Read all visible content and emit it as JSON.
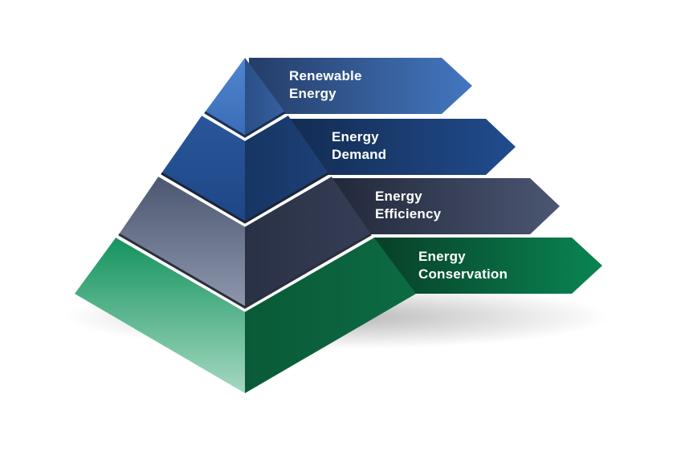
{
  "diagram": {
    "type": "pyramid",
    "levels": [
      {
        "line1": "Renewable",
        "line2": "Energy",
        "color": "#3f6fb4"
      },
      {
        "line1": "Energy",
        "line2": "Demand",
        "color": "#1f4a8a"
      },
      {
        "line1": "Energy",
        "line2": "Efficiency",
        "color": "#3b455e"
      },
      {
        "line1": "Energy",
        "line2": "Conservation",
        "color": "#0b6e45"
      }
    ]
  }
}
